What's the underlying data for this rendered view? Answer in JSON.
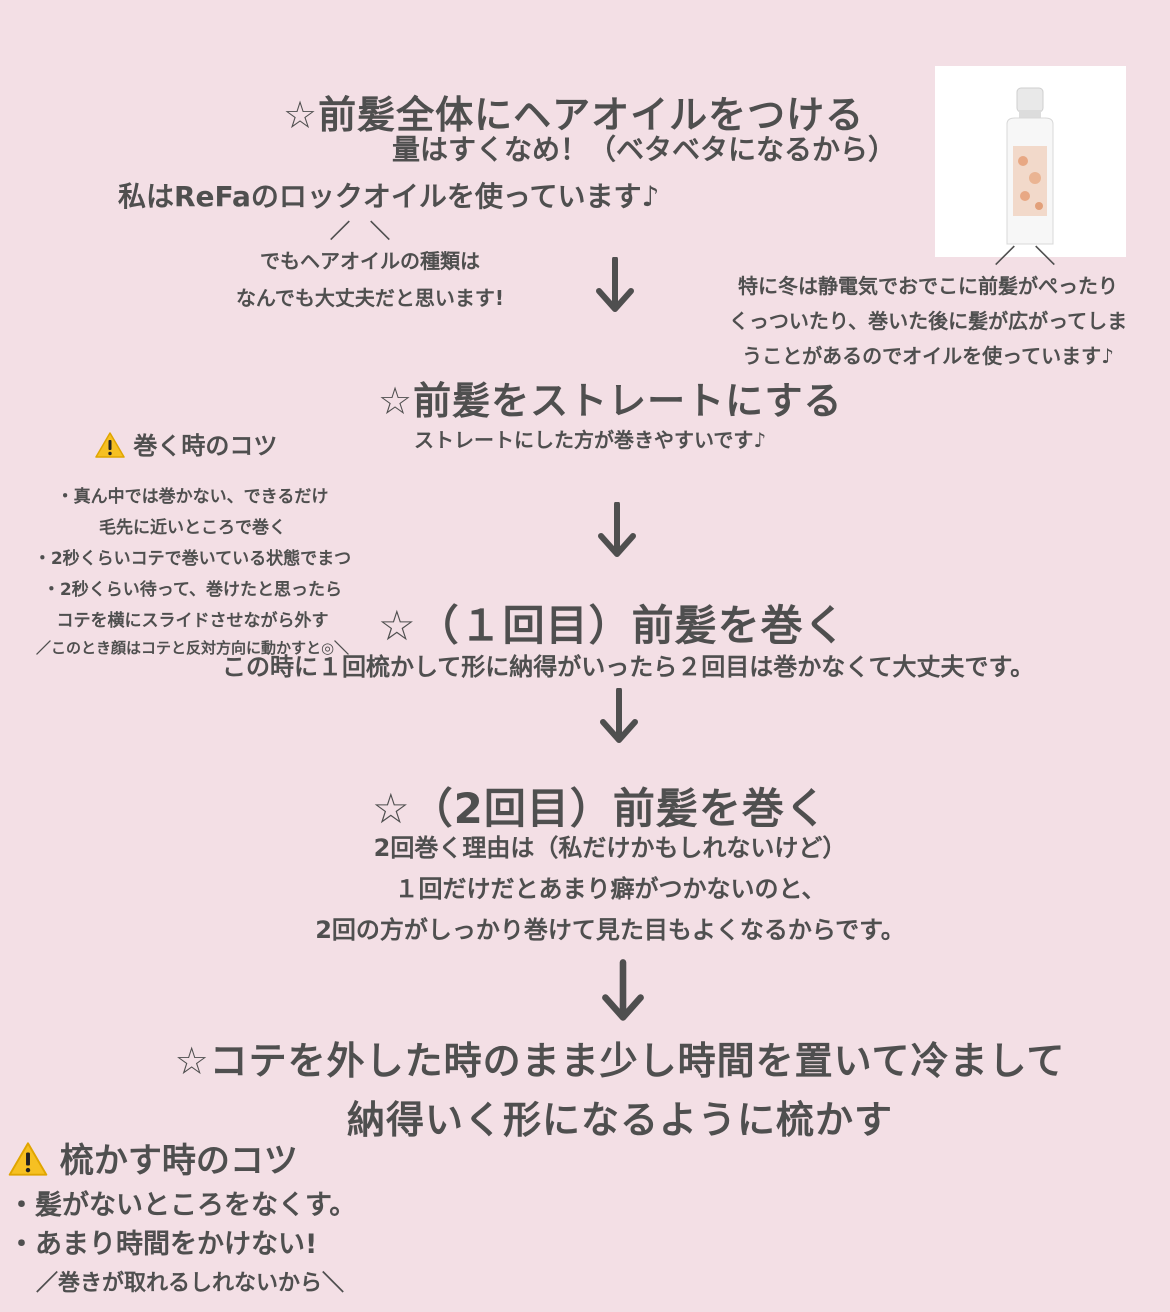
{
  "step1": {
    "title": "☆前髪全体にヘアオイルをつける",
    "note": "量はすくなめ！（ベタベタになるから）",
    "product_line": "私はReFaのロックオイルを使っています♪",
    "bracket_left": "／　＼",
    "any_oil": [
      "でもヘアオイルの種類は",
      "なんでも大丈夫だと思います!"
    ],
    "bracket_right": "／　＼",
    "winter": [
      "特に冬は静電気でおでこに前髪がぺったり",
      "くっついたり、巻いた後に髪が広がってしま",
      "うことがあるのでオイルを使っています♪"
    ],
    "product_image_icon": "hair-oil-bottle-icon"
  },
  "step2": {
    "title": "☆前髪をストレートにする",
    "note": "ストレートにした方が巻きやすいです♪"
  },
  "tips_curl": {
    "heading": "巻く時のコツ",
    "lines": [
      "・真ん中では巻かない、できるだけ",
      "毛先に近いところで巻く",
      "・2秒くらいコテで巻いている状態でまつ",
      "・2秒くらい待って、巻けたと思ったら",
      "コテを横にスライドさせながら外す",
      "／このとき顔はコテと反対方向に動かすと◎＼"
    ]
  },
  "step3": {
    "title": "☆（１回目）前髪を巻く",
    "note": "この時に１回梳かして形に納得がいったら２回目は巻かなくて大丈夫です。"
  },
  "step4": {
    "title": "☆（2回目）前髪を巻く",
    "notes": [
      "2回巻く理由は（私だけかもしれないけど）",
      "１回だけだとあまり癖がつかないのと、",
      "2回の方がしっかり巻けて見た目もよくなるからです。"
    ]
  },
  "step5": {
    "title_lines": [
      "☆コテを外した時のまま少し時間を置いて冷まして",
      "納得いく形になるように梳かす"
    ]
  },
  "tips_comb": {
    "heading": "梳かす時のコツ",
    "lines": [
      "・髪がないところをなくす。",
      "・あまり時間をかけない!",
      "／巻きが取れるしれないから＼"
    ]
  },
  "colors": {
    "background": "#f3dfe5",
    "text": "#4f4f4f",
    "warning": "#f6c022"
  },
  "icons": {
    "arrow": "down-arrow-icon",
    "warning": "warning-icon"
  }
}
